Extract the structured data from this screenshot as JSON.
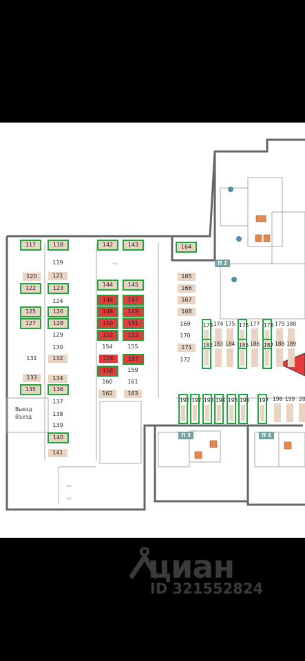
{
  "colors": {
    "available": "#e9d3c2",
    "sold": "#e23b3b",
    "highlight": "#1aa83a",
    "wall": "#666666",
    "badge": "#6fa3a3"
  },
  "exit_label_1": "Выезд",
  "exit_label_2": "Въезд",
  "stairs": [
    "П 2",
    "П 3",
    "П 4"
  ],
  "watermark": {
    "brand": "циан",
    "listing_id": "ID 321552824",
    "icon": "cian-house-icon"
  },
  "chevrons": "‹‹‹‹",
  "spots": [
    "117",
    "118",
    "119",
    "120",
    "121",
    "122",
    "123",
    "124",
    "125",
    "126",
    "127",
    "128",
    "129",
    "130",
    "131",
    "132",
    "133",
    "134",
    "135",
    "136",
    "137",
    "138",
    "139",
    "140",
    "141",
    "142",
    "143",
    "144",
    "145",
    "146",
    "147",
    "148",
    "149",
    "150",
    "151",
    "152",
    "153",
    "154",
    "155",
    "156",
    "157",
    "158",
    "159",
    "160",
    "161",
    "162",
    "163",
    "164",
    "165",
    "166",
    "167",
    "168",
    "169",
    "170",
    "171",
    "172",
    "173",
    "174",
    "175",
    "176",
    "177",
    "178",
    "179",
    "180",
    "182",
    "183",
    "184",
    "185",
    "186",
    "187",
    "188",
    "189",
    "191",
    "192",
    "193",
    "194",
    "195",
    "196",
    "197",
    "198",
    "199",
    "20"
  ]
}
